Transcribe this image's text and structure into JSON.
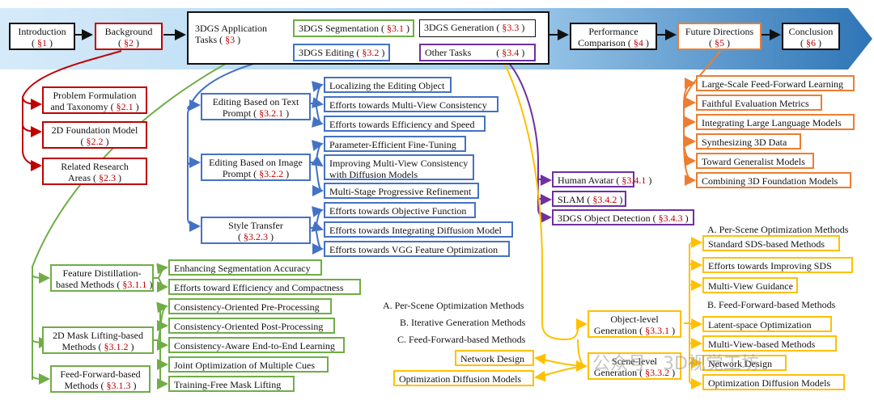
{
  "banner": {
    "introduction": {
      "text": "Introduction",
      "ref": "§1"
    },
    "background": {
      "text": "Background",
      "ref": "§2"
    },
    "applications": {
      "line1": "3DGS Application",
      "line2": "Tasks",
      "ref": "§3"
    },
    "segmentation": {
      "text": "3DGS Segmentation",
      "ref": "§3.1"
    },
    "editing": {
      "text": "3DGS Editing",
      "ref": "§3.2"
    },
    "generation": {
      "text": "3DGS Generation",
      "ref": "§3.3"
    },
    "other": {
      "text": "Other Tasks",
      "ref": "§3.4"
    },
    "performance": {
      "line1": "Performance",
      "line2": "Comparison",
      "ref": "§4"
    },
    "future": {
      "text": "Future Directions",
      "ref": "§5"
    },
    "conclusion": {
      "text": "Conclusion",
      "ref": "§6"
    }
  },
  "background_items": [
    {
      "line1": "Problem Formulation",
      "line2": "and Taxonomy",
      "ref": "§2.1"
    },
    {
      "line1": "2D Foundation Model",
      "ref": "§2.2"
    },
    {
      "line1": "Related Research",
      "line2": "Areas",
      "ref": "§2.3"
    }
  ],
  "editing_groups": [
    {
      "line1": "Editing Based on Text",
      "line2": "Prompt",
      "ref": "§3.2.1",
      "items": [
        "Localizing the Editing Object",
        "Efforts towards Multi-View Consistency",
        "Efforts towards Efficiency and Speed"
      ]
    },
    {
      "line1": "Editing Based on Image",
      "line2": "Prompt",
      "ref": "§3.2.2",
      "items": [
        "Parameter-Efficient Fine-Tuning",
        "Improving Multi-View Consistency",
        "with Diffusion Models",
        "Multi-Stage Progressive Refinement"
      ]
    },
    {
      "line1": "Style Transfer",
      "ref": "§3.2.3",
      "items": [
        "Efforts towards Objective Function",
        "Efforts towards Integrating Diffusion Model",
        "Efforts towards VGG Feature Optimization"
      ]
    }
  ],
  "other_items": [
    {
      "text": "Human Avatar",
      "ref": "§3.4.1"
    },
    {
      "text": "SLAM",
      "ref": "§3.4.2"
    },
    {
      "text": "3DGS Object Detection",
      "ref": "§3.4.3"
    }
  ],
  "future_items": [
    "Large-Scale Feed-Forward Learning",
    "Faithful Evaluation Metrics",
    "Integrating Large Language Models",
    "Synthesizing 3D Data",
    "Toward Generalist Models",
    "Combining 3D Foundation Models"
  ],
  "segmentation_groups": [
    {
      "line1": "Feature Distillation-",
      "line2": "based Methods",
      "ref": "§3.1.1",
      "items": [
        "Enhancing Segmentation Accuracy",
        "Efforts toward Efficiency and Compactness"
      ]
    },
    {
      "line1": "2D Mask Lifting-based",
      "line2": "Methods",
      "ref": "§3.1.2",
      "items": [
        "Consistency-Oriented Pre-Processing",
        "Consistency-Oriented Post-Processing",
        "Consistency-Aware End-to-End Learning",
        "Joint Optimization of Multiple Cues",
        "Training-Free Mask Lifting"
      ]
    },
    {
      "line1": "Feed-Forward-based",
      "line2": "Methods",
      "ref": "§3.1.3"
    }
  ],
  "generation": {
    "object_level": {
      "line1": "Object-level",
      "line2": "Generation",
      "ref": "§3.3.1"
    },
    "scene_level": {
      "line1": "Scene-level",
      "line2": "Generation",
      "ref": "§3.3.2"
    },
    "scene_labels": [
      "A. Per-Scene Optimization Methods",
      "B. Iterative Generation Methods",
      "C. Feed-Forward-based Methods"
    ],
    "scene_boxes": [
      "Network Design",
      "Optimization Diffusion Models"
    ],
    "object_heading_a": "A. Per-Scene Optimization Methods",
    "object_items_a": [
      "Standard SDS-based Methods",
      "Efforts towards Improving SDS",
      "Multi-View Guidance"
    ],
    "object_heading_b": "B. Feed-Forward-based Methods",
    "object_items_b": [
      "Latent-space Optimization",
      "Multi-View-based Methods",
      "Network Design",
      "Optimization Diffusion Models"
    ]
  },
  "watermark": "公众号 · 3D视觉工坊",
  "colors": {
    "red": "#c00000",
    "green": "#70ad47",
    "blue": "#4472c4",
    "purple": "#7030a0",
    "orange": "#ed7d31",
    "gold": "#ffc000",
    "banner_light": "#cfe6f7",
    "banner_dark": "#2e75b6"
  }
}
